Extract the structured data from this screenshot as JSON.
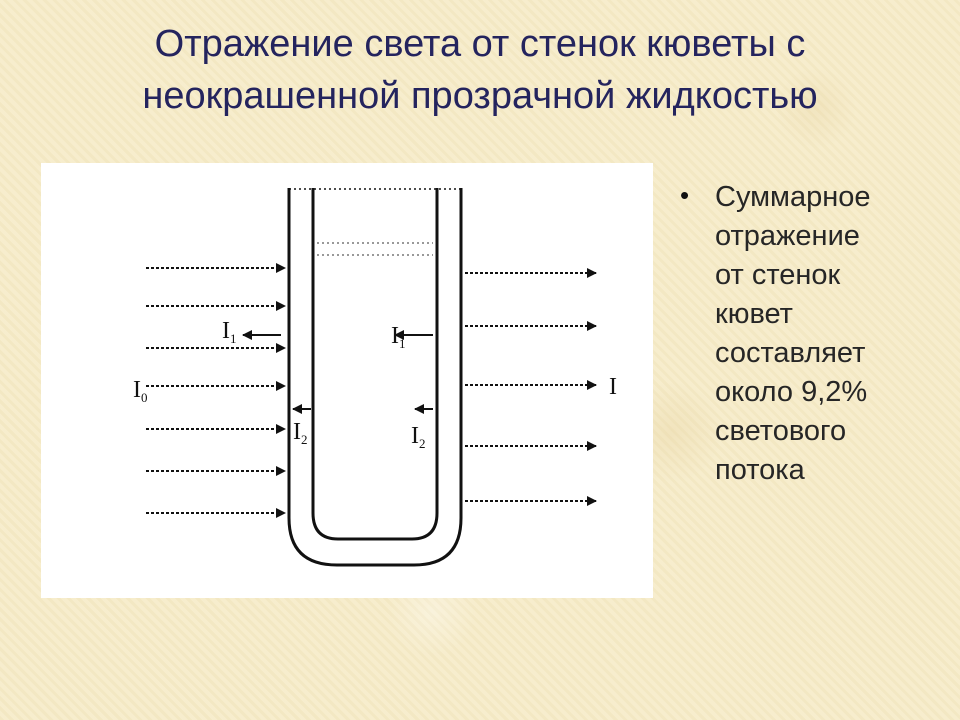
{
  "slide": {
    "title_line1": "Отражение света от стенок кюветы с",
    "title_line2": "неокрашенной прозрачной жидкостью",
    "bullet_marker": "•",
    "bullet_text": "Суммарное\nотражение\nот стенок\nкювет\nсоставляет\nоколо 9,2%\nсветового\nпотока"
  },
  "diagram": {
    "labels": {
      "incident": {
        "main": "I",
        "sub": "0"
      },
      "reflected_outer_wall": {
        "main": "I",
        "sub": "1"
      },
      "reflected_inner_wall": {
        "main": "I",
        "sub": "1"
      },
      "reflected_left_inner": {
        "main": "I",
        "sub": "2"
      },
      "reflected_right_inner": {
        "main": "I",
        "sub": "2"
      },
      "transmitted": {
        "main": "I"
      }
    }
  },
  "colors": {
    "title": "#24245e",
    "text": "#262626",
    "background": "#f6ecc9",
    "panel": "#ffffff",
    "ink": "#111111"
  }
}
